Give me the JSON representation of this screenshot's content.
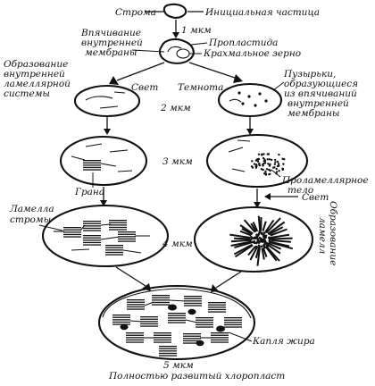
{
  "labels": {
    "stroma": "Строма",
    "initial_particle": "Инициальная частица",
    "size_1": "1 мкм",
    "invagination_1": "Впячивание",
    "invagination_2": "внутренней",
    "invagination_3": "мембраны",
    "proplastid": "Пропластида",
    "starch_grain": "Крахмальное зерно",
    "formation_1": "Образование",
    "formation_2": "внутренней",
    "formation_3": "ламеллярной",
    "formation_4": "системы",
    "light_1": "Свет",
    "darkness": "Темнота",
    "vesicles_1": "Пузырьки,",
    "vesicles_2": "образующиеся",
    "vesicles_3": "из впячиваний",
    "vesicles_4": "внутренней",
    "vesicles_5": "мембраны",
    "size_2": "2 мкм",
    "size_3": "3 мкм",
    "grana": "Грана",
    "prolamellar_1": "Проламеллярное",
    "prolamellar_2": "тело",
    "light_2": "Свет",
    "stroma_lamella_1": "Ламелла",
    "stroma_lamella_2": "стромы",
    "size_4": "4 мкм",
    "lamella_formation_1": "Образование",
    "lamella_formation_2": "ламелл",
    "fat_droplet": "Капля жира",
    "size_5": "5 мкм",
    "mature_chloroplast": "Полностью развитый хлоропласт"
  }
}
